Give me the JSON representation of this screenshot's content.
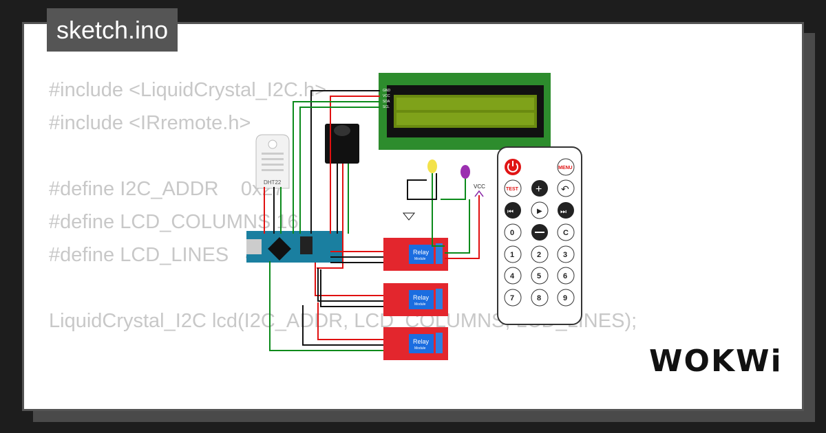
{
  "tab": {
    "title": "sketch.ino"
  },
  "code_lines": [
    "#include <LiquidCrystal_I2C.h>",
    "#include <IRremote.h>",
    "",
    "#define I2C_ADDR    0x27",
    "#define LCD_COLUMNS 16",
    "#define LCD_LINES   4",
    "",
    "LiquidCrystal_I2C lcd(I2C_ADDR, LCD_COLUMNS, LCD_LINES);"
  ],
  "brand": {
    "logo": "WOKWi"
  },
  "diagram": {
    "dht_label": "DHT22",
    "vcc_label": "VCC",
    "relay_text": "Relay",
    "relay_sub": "Module",
    "lcd_pins": [
      "GND",
      "VCC",
      "SDA",
      "SCL"
    ],
    "remote_keys": {
      "menu": "MENU",
      "test": "TEST",
      "c": "C",
      "digits": [
        "0",
        "1",
        "2",
        "3",
        "4",
        "5",
        "6",
        "7",
        "8",
        "9"
      ]
    }
  },
  "colors": {
    "wire_green": "#0a8a1a",
    "wire_red": "#e01010",
    "wire_black": "#111111",
    "relay": "#e3262d",
    "lcd_board": "#2d8c2d",
    "lcd_screen": "#6a8a10"
  }
}
